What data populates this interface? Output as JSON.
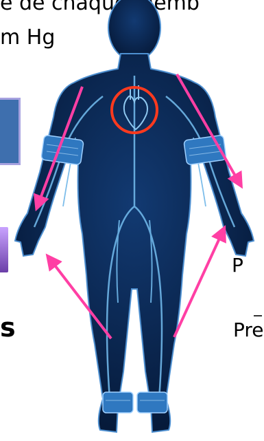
{
  "text": {
    "line1": "e de chaque memb",
    "line2": "m Hg",
    "left_bold": "s",
    "right_p": "P",
    "right_pres": "Pres"
  },
  "colors": {
    "arrow": "#ff3fa4",
    "circle": "#ff3a1e",
    "body_fill": "#0b2a57",
    "vessel": "#6fb6e8",
    "cuff": "#2f78c0",
    "blue_box": "#3e6fae",
    "blue_box_border": "#a7a2e0"
  },
  "icons": [
    "human-body-figure",
    "heart-icon",
    "blood-pressure-cuff-icon",
    "arrow-icon"
  ]
}
